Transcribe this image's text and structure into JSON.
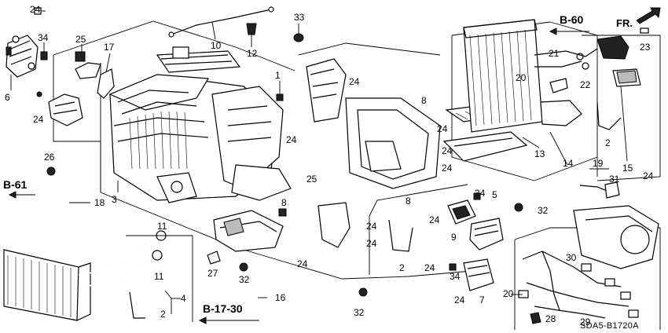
{
  "callouts": {
    "c1": "1",
    "c2": "2",
    "c3": "3",
    "c4": "4",
    "c5": "5",
    "c6": "6",
    "c7": "7",
    "c8": "8",
    "c9": "9",
    "c10": "10",
    "c11": "11",
    "c12": "12",
    "c13": "13",
    "c14": "14",
    "c15": "15",
    "c16": "16",
    "c17": "17",
    "c18": "18",
    "c19": "19",
    "c20": "20",
    "c21": "21",
    "c22": "22",
    "c23": "23",
    "c24": "24",
    "c25": "25",
    "c26": "26",
    "c27": "27",
    "c28": "28",
    "c29": "29",
    "c30": "30",
    "c31": "31",
    "c32": "32",
    "c33": "33",
    "c34": "34"
  },
  "refs": {
    "b60": "B-60",
    "b61": "B-61",
    "b1730": "B-17-30",
    "front": "FR."
  },
  "diagram_code": "SDA5-B1720A"
}
